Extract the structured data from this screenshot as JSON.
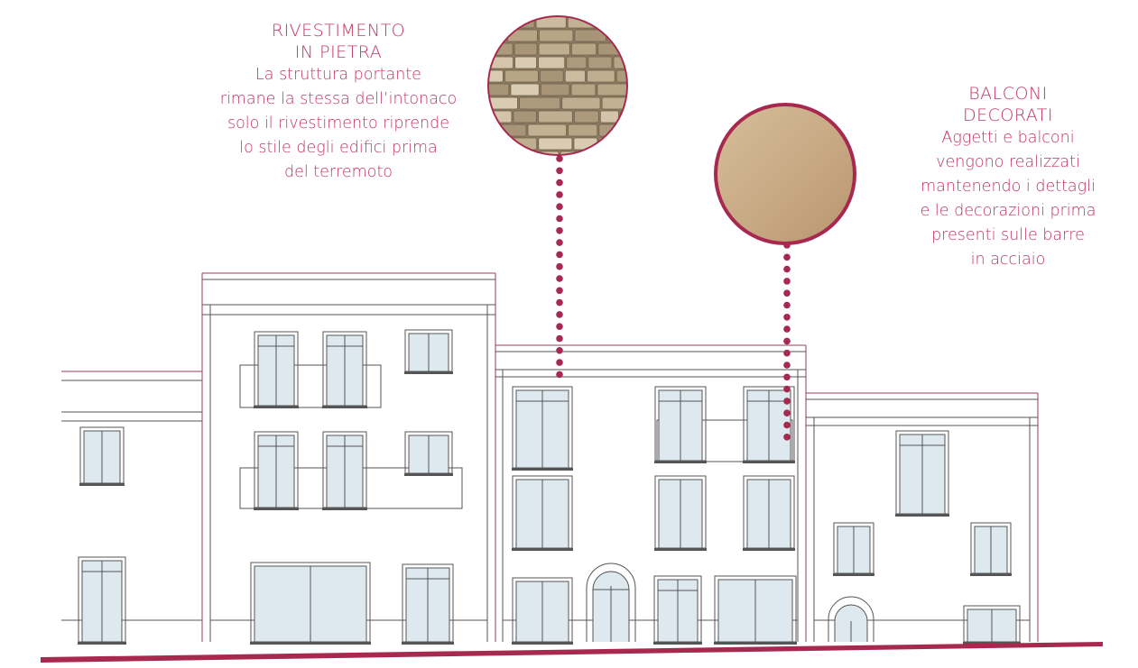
{
  "annotations": {
    "stone": {
      "title_line1": "RIVESTIMENTO",
      "title_line2": "IN PIETRA",
      "body": [
        "La struttura portante",
        "rimane la stessa dell’intonaco",
        "solo il rivestimento riprende",
        "lo stile degli edifici prima",
        "del terremoto"
      ],
      "swatch": "stone-wall-texture"
    },
    "balcony": {
      "title_line1": "BALCONI",
      "title_line2": "DECORATI",
      "body": [
        "Aggetti e balconi",
        "vengono realizzati",
        "mantenendo i dettagli",
        "e le decorazioni prima",
        "presenti sulle barre",
        "in acciaio"
      ],
      "swatch": "beige-render-texture"
    }
  },
  "colors": {
    "accent": "#a7294f",
    "text_accent": "#c0365f",
    "outline": "#9b3a5c",
    "line": "#555555",
    "glass": "#dde9ee",
    "stone": "#b9a78a",
    "beige": "#c9ab86"
  }
}
